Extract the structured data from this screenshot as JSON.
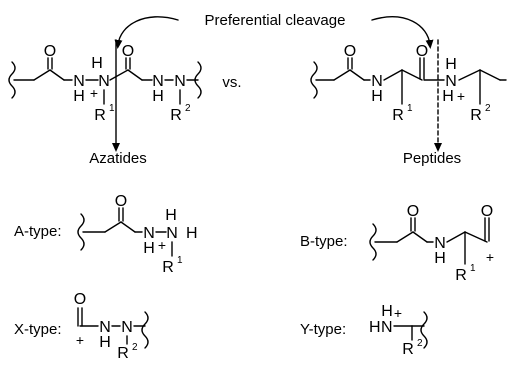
{
  "header": {
    "cleavage_label": "Preferential cleavage",
    "vs_label": "vs."
  },
  "left": {
    "name": "Azatides"
  },
  "right": {
    "name": "Peptides"
  },
  "fragments": {
    "a_type": "A-type:",
    "b_type": "B-type:",
    "x_type": "X-type:",
    "y_type": "Y-type:"
  },
  "atoms": {
    "o": "O",
    "n": "N",
    "h": "H",
    "plus": "+",
    "r": "R",
    "sub1": "1",
    "sub2": "2"
  }
}
